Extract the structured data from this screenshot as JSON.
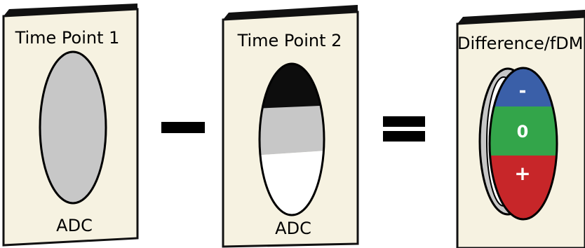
{
  "panels": [
    {
      "title": "Time Point 1",
      "label": "ADC"
    },
    {
      "title": "Time Point 2",
      "label": "ADC"
    },
    {
      "title": "Difference/fDM",
      "label": ""
    }
  ],
  "operators": {
    "minus": "minus",
    "equals": "equals"
  },
  "diff_bands": [
    {
      "symbol": "-",
      "color": "#3a5fa8"
    },
    {
      "symbol": "0",
      "color": "#33a54a"
    },
    {
      "symbol": "+",
      "color": "#c72629"
    }
  ],
  "colors": {
    "card_fill": "#f6f2e1",
    "card_border": "#111111",
    "gray_region": "#c7c7c7",
    "dark_region": "#0d0d0d",
    "white_region": "#ffffff"
  }
}
